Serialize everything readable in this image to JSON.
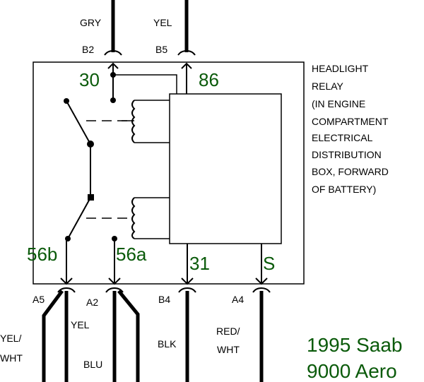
{
  "diagram": {
    "title_lines": [
      "1995 Saab",
      "9000 Aero"
    ],
    "component_description": [
      "HEADLIGHT",
      "RELAY",
      "(IN ENGINE",
      "COMPARTMENT",
      "ELECTRICAL",
      "DISTRIBUTION",
      "BOX, FORWARD",
      "OF BATTERY)"
    ],
    "colors": {
      "pin_label": "#0a5a0a",
      "wire": "#000000",
      "background": "#ffffff"
    },
    "relay_pins": {
      "p30": "30",
      "p86": "86",
      "p56b": "56b",
      "p56a": "56a",
      "p31": "31",
      "pS": "S"
    },
    "top_connectors": [
      {
        "terminal": "B2",
        "wire_color": "GRY"
      },
      {
        "terminal": "B5",
        "wire_color": "YEL"
      }
    ],
    "bottom_connectors": [
      {
        "terminal": "A5",
        "wire_colors": [
          "YEL/",
          "WHT"
        ],
        "second_wire": "YEL"
      },
      {
        "terminal": "A2",
        "wire_colors": [
          "BLU"
        ]
      },
      {
        "terminal": "B4",
        "wire_colors": [
          "BLK"
        ]
      },
      {
        "terminal": "A4",
        "wire_colors": [
          "RED/",
          "WHT"
        ]
      }
    ]
  }
}
